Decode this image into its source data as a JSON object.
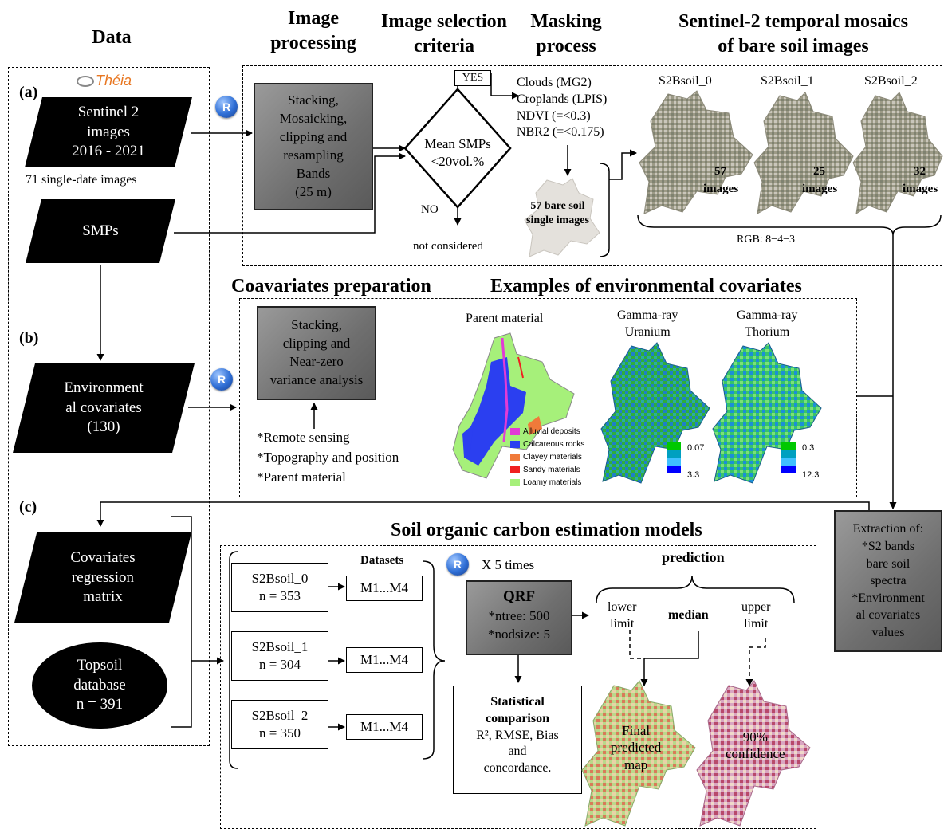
{
  "headers": {
    "data": "Data",
    "image_processing": "Image\nprocessing",
    "image_selection": "Image selection\ncriteria",
    "masking": "Masking\nprocess",
    "mosaics": "Sentinel-2 temporal mosaics\nof bare soil images",
    "covariates_prep": "Coavariates preparation",
    "examples_cov": "Examples of environmental covariates",
    "soc_models": "Soil organic carbon estimation models"
  },
  "panels": {
    "a": "(a)",
    "b": "(b)",
    "c": "(c)"
  },
  "theia_logo": "Théia",
  "data_col": {
    "sentinel2": "Sentinel 2\nimages\n2016 - 2021",
    "single_date": "71 single-date images",
    "smps": "SMPs",
    "env_cov": "Environment\nal covariates\n(130)",
    "cov_matrix": "Covariates\nregression\nmatrix",
    "topsoil": "Topsoil\ndatabase\nn = 391"
  },
  "r_badge": "R",
  "processing_box": "Stacking,\nMosaicking,\nclipping and\nresampling\nBands\n(25 m)",
  "decision": {
    "text": "Mean SMPs\n<20vol.%",
    "yes": "YES",
    "no": "NO",
    "not_considered": "not considered"
  },
  "masking": {
    "criteria": "Clouds (MG2)\nCroplands (LPIS)\nNDVI (=<0.3)\nNBR2 (=<0.175)",
    "bare_soil": "57 bare soil\nsingle images"
  },
  "mosaics": [
    {
      "name": "S2Bsoil_0",
      "count": "57",
      "unit": "images"
    },
    {
      "name": "S2Bsoil_1",
      "count": "25",
      "unit": "images"
    },
    {
      "name": "S2Bsoil_2",
      "count": "32",
      "unit": "images"
    }
  ],
  "rgb": "RGB:  8−4−3",
  "cov_box": "Stacking,\nclipping and\nNear-zero\nvariance analysis",
  "cov_list": [
    "*Remote sensing",
    "*Topography and position",
    "*Parent material"
  ],
  "maps": {
    "parent_title": "Parent material",
    "uranium_title": "Gamma-ray\nUranium",
    "thorium_title": "Gamma-ray\nThorium",
    "legend": [
      {
        "label": "Alluvial deposits",
        "color": "#e23bd6"
      },
      {
        "label": "Calcareous rocks",
        "color": "#2b3ff0"
      },
      {
        "label": "Clayey materials",
        "color": "#f07a3a"
      },
      {
        "label": "Sandy materials",
        "color": "#f02020"
      },
      {
        "label": "Loamy materials",
        "color": "#a6f07a"
      }
    ],
    "uranium_range": [
      "0.07",
      "3.3"
    ],
    "thorium_range": [
      "0.3",
      "12.3"
    ]
  },
  "extraction": "Extraction of:\n*S2 bands\nbare soil\nspectra\n*Environment\nal covariates\nvalues",
  "models": {
    "datasets_label": "Datasets",
    "times": "X 5 times",
    "datasets": [
      {
        "name": "S2Bsoil_0",
        "n": "n = 353"
      },
      {
        "name": "S2Bsoil_1",
        "n": "n = 304"
      },
      {
        "name": "S2Bsoil_2",
        "n": "n = 350"
      }
    ],
    "model_label": "M1...M4",
    "qrf_title": "QRF",
    "qrf_params": "*ntree: 500\n*nodsize: 5",
    "prediction": "prediction",
    "lower": "lower\nlimit",
    "median": "median",
    "upper": "upper\nlimit",
    "stat_title": "Statistical\ncomparison",
    "stat_body": "R², RMSE, Bias\nand\nconcordance.",
    "final_map": "Final\npredicted\nmap",
    "confidence": "90%\nconfidence"
  }
}
